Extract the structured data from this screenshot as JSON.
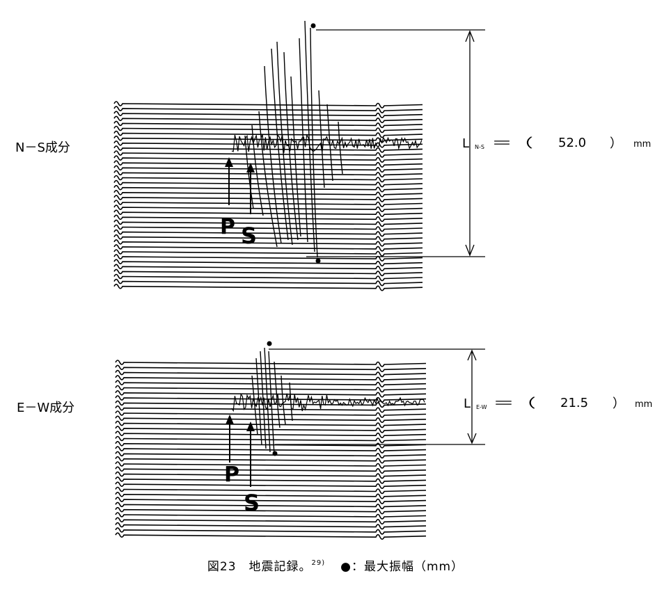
{
  "panels": [
    {
      "component_label": "N－S成分",
      "p_label": "P",
      "s_label": "S",
      "amp_prefix": "L",
      "amp_subscript": "N-S",
      "amp_eq": "＝（",
      "amp_value": "52.0",
      "amp_close": "）",
      "amp_unit": "mm"
    },
    {
      "component_label": "E－W成分",
      "p_label": "P",
      "s_label": "S",
      "amp_prefix": "L",
      "amp_subscript": "E-W",
      "amp_eq": "＝（",
      "amp_value": "21.5",
      "amp_close": "）",
      "amp_unit": "mm"
    }
  ],
  "caption": {
    "figure_title": "図23　地震記録。",
    "reference": "29)",
    "legend": "●：最大振幅（mm）"
  }
}
